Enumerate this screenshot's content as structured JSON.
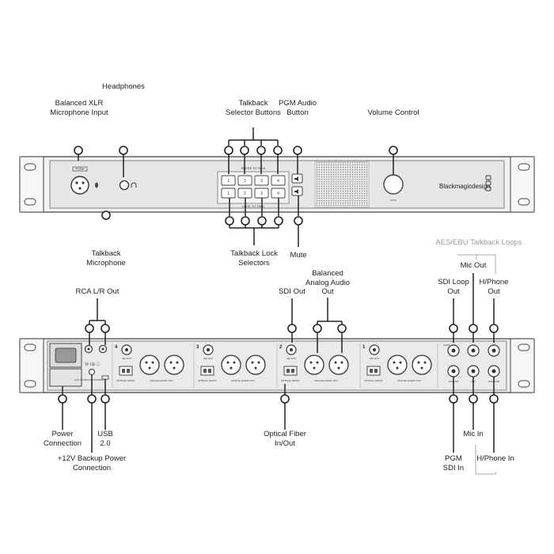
{
  "front_panel": {
    "push_label": "PUSH",
    "press_to_talk": "PRESS TO TALK",
    "lock_to_talk": "LOCK TO TALK",
    "top_buttons": [
      "1",
      "2",
      "3",
      "4"
    ],
    "bottom_buttons": [
      "1",
      "2",
      "3",
      "4"
    ],
    "brand": "Blackmagicdesign",
    "callouts": {
      "balanced_xlr": "Balanced XLR\nMicrophone Input",
      "headphones": "Headphones",
      "talkback_selector_buttons": "Talkback\nSelector Buttons",
      "pgm_audio_button": "PGM Audio\nButton",
      "volume_control": "Volume Control",
      "talkback_microphone": "Talkback\nMicrophone",
      "talkback_lock_selectors": "Talkback Lock\nSelectors",
      "mute": "Mute"
    }
  },
  "rear_panel": {
    "channels": [
      "4",
      "3",
      "2",
      "1"
    ],
    "sdi_out": "SDI OUT",
    "optical_in_out": "OPTICAL IN/OUT",
    "analog_audio_out": "ANALOG AUDIO OUT",
    "loop": "LOOP",
    "pgm_sdi": "PGM SDI",
    "mic": "MIC",
    "hphone": "H/PHONE",
    "backup_power": "+12V DC BACKUP POWER",
    "callouts": {
      "aes_ebu": "AES/EBU Talkback Loops",
      "rca_lr_out": "RCA L/R Out",
      "sdi_out": "SDI Out",
      "balanced_analog_audio_out": "Balanced\nAnalog Audio\nOut",
      "sdi_loop_out": "SDI Loop\nOut",
      "mic_out": "Mic Out",
      "hphone_out": "H/Phone\nOut",
      "power_connection": "Power\nConnection",
      "usb": "USB\n2.0",
      "optical_fiber": "Optical Fiber\nIn/Out",
      "mic_in": "Mic In",
      "backup_power": "+12V Backup Power\nConnection",
      "pgm_sdi_in": "PGM\nSDI In",
      "hphone_in": "H/Phone In"
    }
  }
}
